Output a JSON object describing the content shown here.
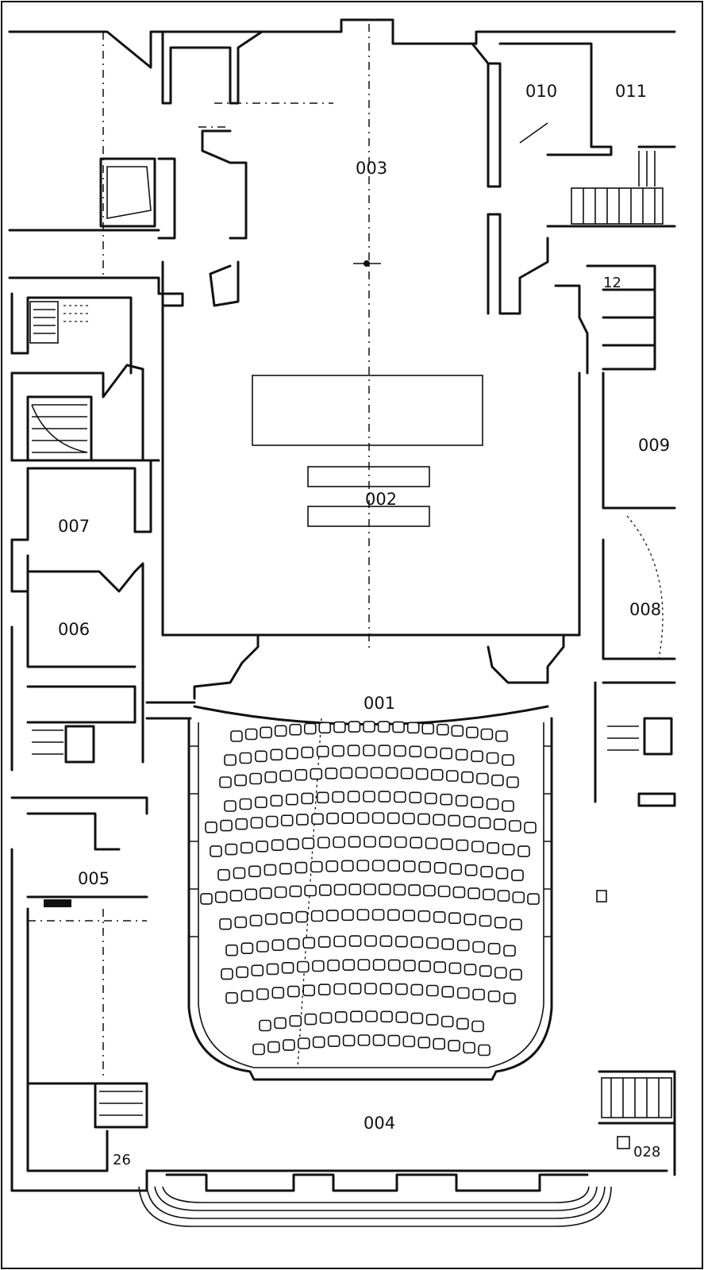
{
  "plan": {
    "rooms": {
      "r001": "001",
      "r002": "002",
      "r003": "003",
      "r004": "004",
      "r005": "005",
      "r006": "006",
      "r007": "007",
      "r008": "008",
      "r009": "009",
      "r010": "010",
      "r011": "011",
      "r012": "12",
      "r026": "26",
      "r028": "028"
    }
  }
}
